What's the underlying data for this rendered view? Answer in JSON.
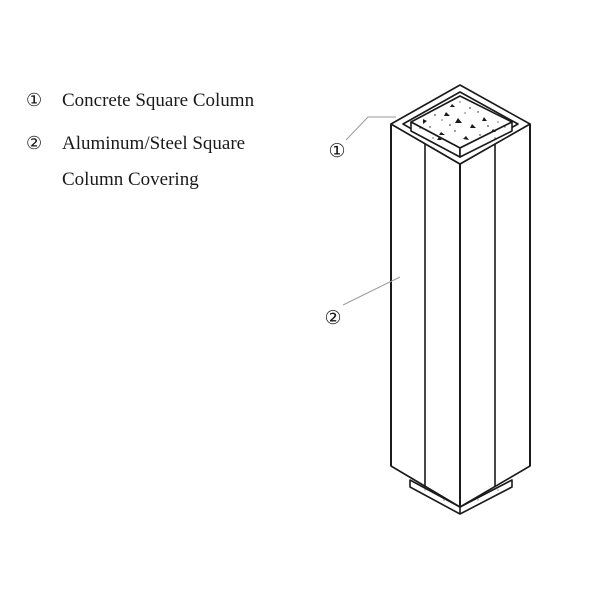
{
  "legend": {
    "items": [
      {
        "number": "①",
        "label": "Concrete Square Column"
      },
      {
        "number": "②",
        "label": "Aluminum/Steel Square",
        "label_line2": "Column Covering"
      }
    ]
  },
  "callouts": [
    {
      "number": "①",
      "target": "Concrete Square Column"
    },
    {
      "number": "②",
      "target": "Aluminum/Steel Square Column Covering"
    }
  ],
  "colors": {
    "line": "#1a1a1a",
    "leader": "#9a9a9a",
    "background": "#ffffff"
  }
}
